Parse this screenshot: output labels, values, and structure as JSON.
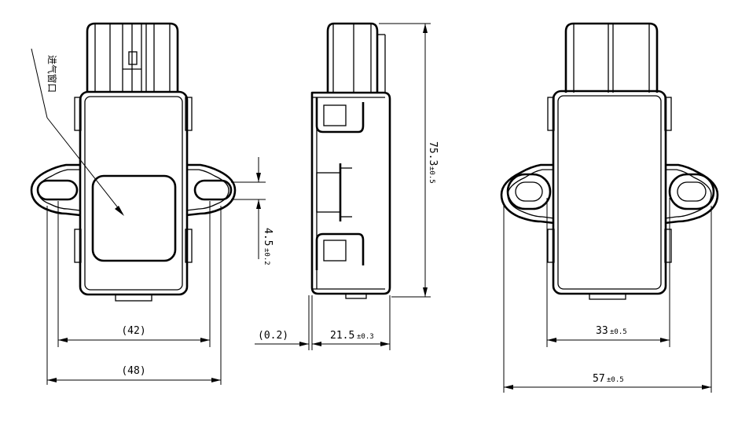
{
  "annotation": {
    "label": "进气窗口"
  },
  "front_view": {
    "width_inner": "(42)",
    "width_outer": "(48)",
    "slot_height_main": "4.5",
    "slot_height_tol": "±0.2"
  },
  "side_view": {
    "offset": "(0.2)",
    "depth_main": "21.5",
    "depth_tol": "±0.3",
    "height_main": "75.3",
    "height_tol": "±0.5"
  },
  "back_view": {
    "width_inner_main": "33",
    "width_inner_tol": "±0.5",
    "width_outer_main": "57",
    "width_outer_tol": "±0.5"
  }
}
